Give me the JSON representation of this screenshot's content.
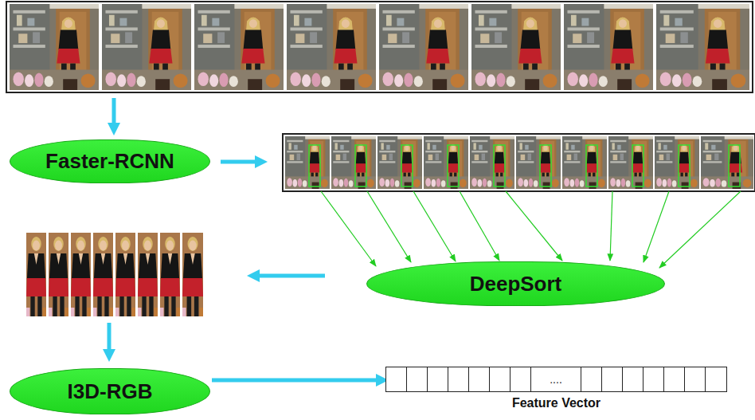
{
  "diagram": {
    "nodes": [
      {
        "text": [
          "Faster-RCNN"
        ]
      },
      {
        "text": [
          "DeepSort"
        ]
      },
      {
        "text": [
          "I3D-RGB"
        ]
      },
      {
        "text": [
          "....",
          "Feature Vector"
        ]
      }
    ],
    "edges": [
      {
        "from": 2,
        "to": 3,
        "arrow": "to"
      }
    ]
  }
}
